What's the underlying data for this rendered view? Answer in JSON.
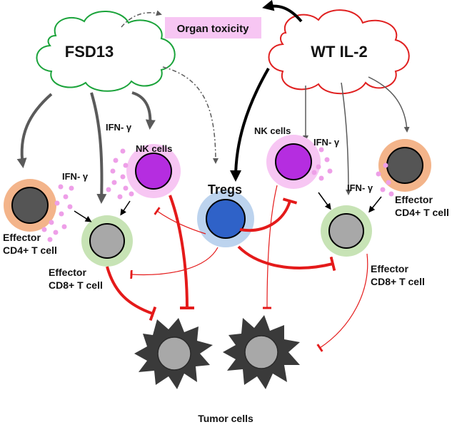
{
  "nodes": {
    "fsd13": "FSD13",
    "wt_il2": "WT IL-2",
    "organ_toxicity": "Organ toxicity",
    "tregs": "Tregs",
    "nk_left": "NK cells",
    "nk_right": "NK cells",
    "cd4_left_line1": "Effector",
    "cd4_left_line2": "CD4+ T cell",
    "cd4_right_line1": "Effector",
    "cd4_right_line2": "CD4+ T cell",
    "cd8_left_line1": "Effector",
    "cd8_left_line2": "CD8+ T cell",
    "cd8_right_line1": "Effector",
    "cd8_right_line2": "CD8+ T cell",
    "tumor": "Tumor cells"
  },
  "cytokines": {
    "ifn_1": "IFN- γ",
    "ifn_2": "IFN- γ",
    "ifn_3": "IFN- γ",
    "ifn_4": "IFN- γ"
  },
  "colors": {
    "fsd13_outline": "#1aa33a",
    "wt_outline": "#e02020",
    "organ_bg": "#f7c6f3",
    "inhibit": "#e41a1a",
    "activate_gray": "#5a5a5a",
    "cd4_halo": "#f3b48a",
    "cd8_halo": "#c7e3b5",
    "nk_halo": "#f7c6f3",
    "nk_fill": "#b52de0",
    "treg_halo": "#bcd3ee",
    "treg_fill": "#2f62c8",
    "ifn_dot": "#ee9fe8",
    "tumor_fill": "#3a3a3a"
  }
}
